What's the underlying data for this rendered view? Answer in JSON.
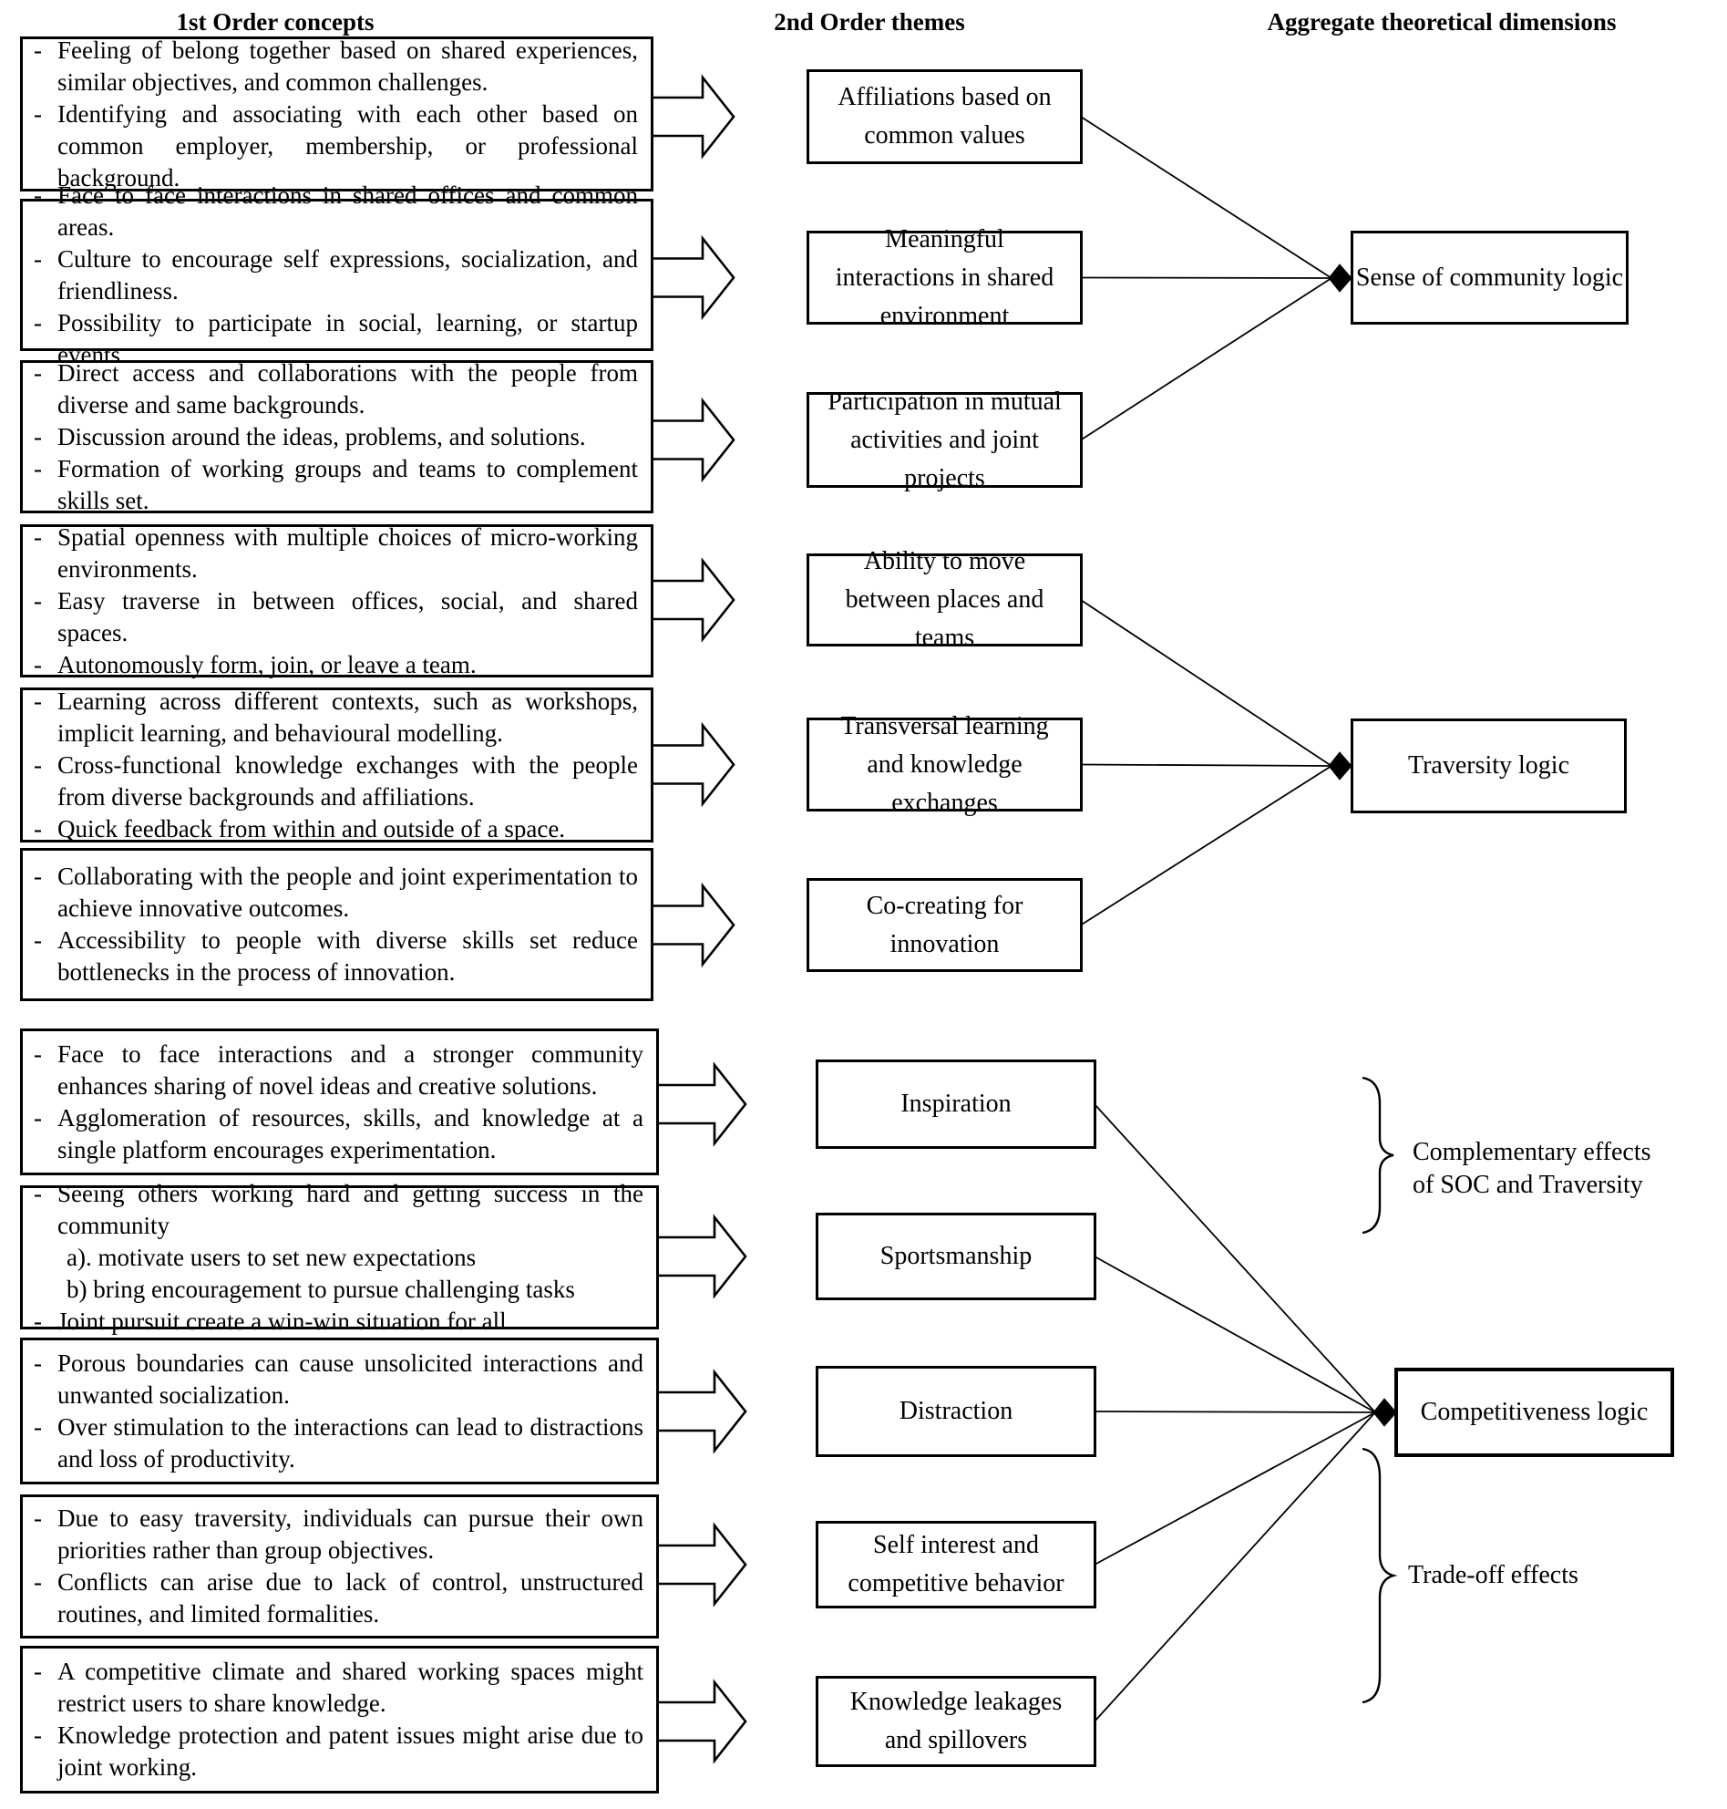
{
  "colors": {
    "ink": "#000000",
    "background": "#ffffff"
  },
  "headers": {
    "first": "1st Order concepts",
    "second": "2nd Order themes",
    "third": "Aggregate theoretical dimensions"
  },
  "first_order_boxes": [
    {
      "items": [
        {
          "text": "Feeling of belong together based on shared experiences, similar objectives, and common challenges.",
          "sub": false
        },
        {
          "text": "Identifying and associating with each other based on common employer, membership, or professional background.",
          "sub": false
        }
      ]
    },
    {
      "items": [
        {
          "text": "Face to face interactions in shared offices and common areas.",
          "sub": false
        },
        {
          "text": "Culture to encourage self expressions, socialization, and friendliness.",
          "sub": false
        },
        {
          "text": "Possibility to participate in social, learning, or startup events.",
          "sub": false
        }
      ]
    },
    {
      "items": [
        {
          "text": "Direct access and collaborations with the people from diverse and same backgrounds.",
          "sub": false
        },
        {
          "text": "Discussion around the ideas, problems, and solutions.",
          "sub": false
        },
        {
          "text": "Formation of working groups and teams to complement skills set.",
          "sub": false
        }
      ]
    },
    {
      "items": [
        {
          "text": "Spatial openness with multiple choices of micro-working environments.",
          "sub": false
        },
        {
          "text": "Easy traverse in between offices, social, and shared spaces.",
          "sub": false
        },
        {
          "text": "Autonomously form, join, or leave a team.",
          "sub": false
        }
      ]
    },
    {
      "items": [
        {
          "text": "Learning across different contexts, such as workshops, implicit learning, and behavioural modelling.",
          "sub": false
        },
        {
          "text": "Cross-functional knowledge exchanges with the people from diverse backgrounds and affiliations.",
          "sub": false
        },
        {
          "text": "Quick feedback from within and outside of a space.",
          "sub": false
        }
      ]
    },
    {
      "items": [
        {
          "text": "Collaborating with the people and joint experimentation to achieve innovative outcomes.",
          "sub": false
        },
        {
          "text": "Accessibility to people with diverse skills set reduce bottlenecks in the process of innovation.",
          "sub": false
        }
      ]
    },
    {
      "items": [
        {
          "text": "Face to face interactions and a stronger community enhances sharing of novel ideas and creative solutions.",
          "sub": false
        },
        {
          "text": "Agglomeration of resources, skills, and knowledge at a single platform encourages experimentation.",
          "sub": false
        }
      ]
    },
    {
      "items": [
        {
          "text": "Seeing others working hard and getting success in the community",
          "sub": false
        },
        {
          "text": "a). motivate users to set new expectations",
          "sub": true
        },
        {
          "text": "b) bring encouragement to pursue challenging tasks",
          "sub": true
        },
        {
          "text": "Joint pursuit create a win-win situation for all.",
          "sub": false
        }
      ]
    },
    {
      "items": [
        {
          "text": "Porous boundaries can cause unsolicited interactions and unwanted socialization.",
          "sub": false
        },
        {
          "text": "Over stimulation to the interactions can lead to distractions and loss of productivity.",
          "sub": false
        }
      ]
    },
    {
      "items": [
        {
          "text": "Due to easy traversity, individuals can pursue their own priorities rather than group objectives.",
          "sub": false
        },
        {
          "text": "Conflicts can arise due to lack of control, unstructured routines, and limited formalities.",
          "sub": false
        }
      ]
    },
    {
      "items": [
        {
          "text": "A competitive climate and shared working spaces might restrict users to share knowledge.",
          "sub": false
        },
        {
          "text": "Knowledge protection and patent issues might arise due to joint working.",
          "sub": false
        }
      ]
    }
  ],
  "second_order_themes": [
    {
      "label": "Affiliations based on common values"
    },
    {
      "label": "Meaningful interactions in shared environment"
    },
    {
      "label": "Participation in mutual activities and joint projects"
    },
    {
      "label": "Ability to move between places and teams"
    },
    {
      "label": "Transversal learning and knowledge exchanges"
    },
    {
      "label": "Co-creating for innovation"
    },
    {
      "label": "Inspiration"
    },
    {
      "label": "Sportsmanship"
    },
    {
      "label": "Distraction"
    },
    {
      "label": "Self interest and competitive behavior"
    },
    {
      "label": "Knowledge leakages and spillovers"
    }
  ],
  "aggregate_dimensions": [
    {
      "label": "Sense of community logic"
    },
    {
      "label": "Traversity logic"
    },
    {
      "label": "Competitiveness logic"
    }
  ],
  "annotations": {
    "complementary": {
      "line1": "Complementary effects",
      "line2": "of SOC and Traversity"
    },
    "tradeoff": "Trade-off effects"
  }
}
